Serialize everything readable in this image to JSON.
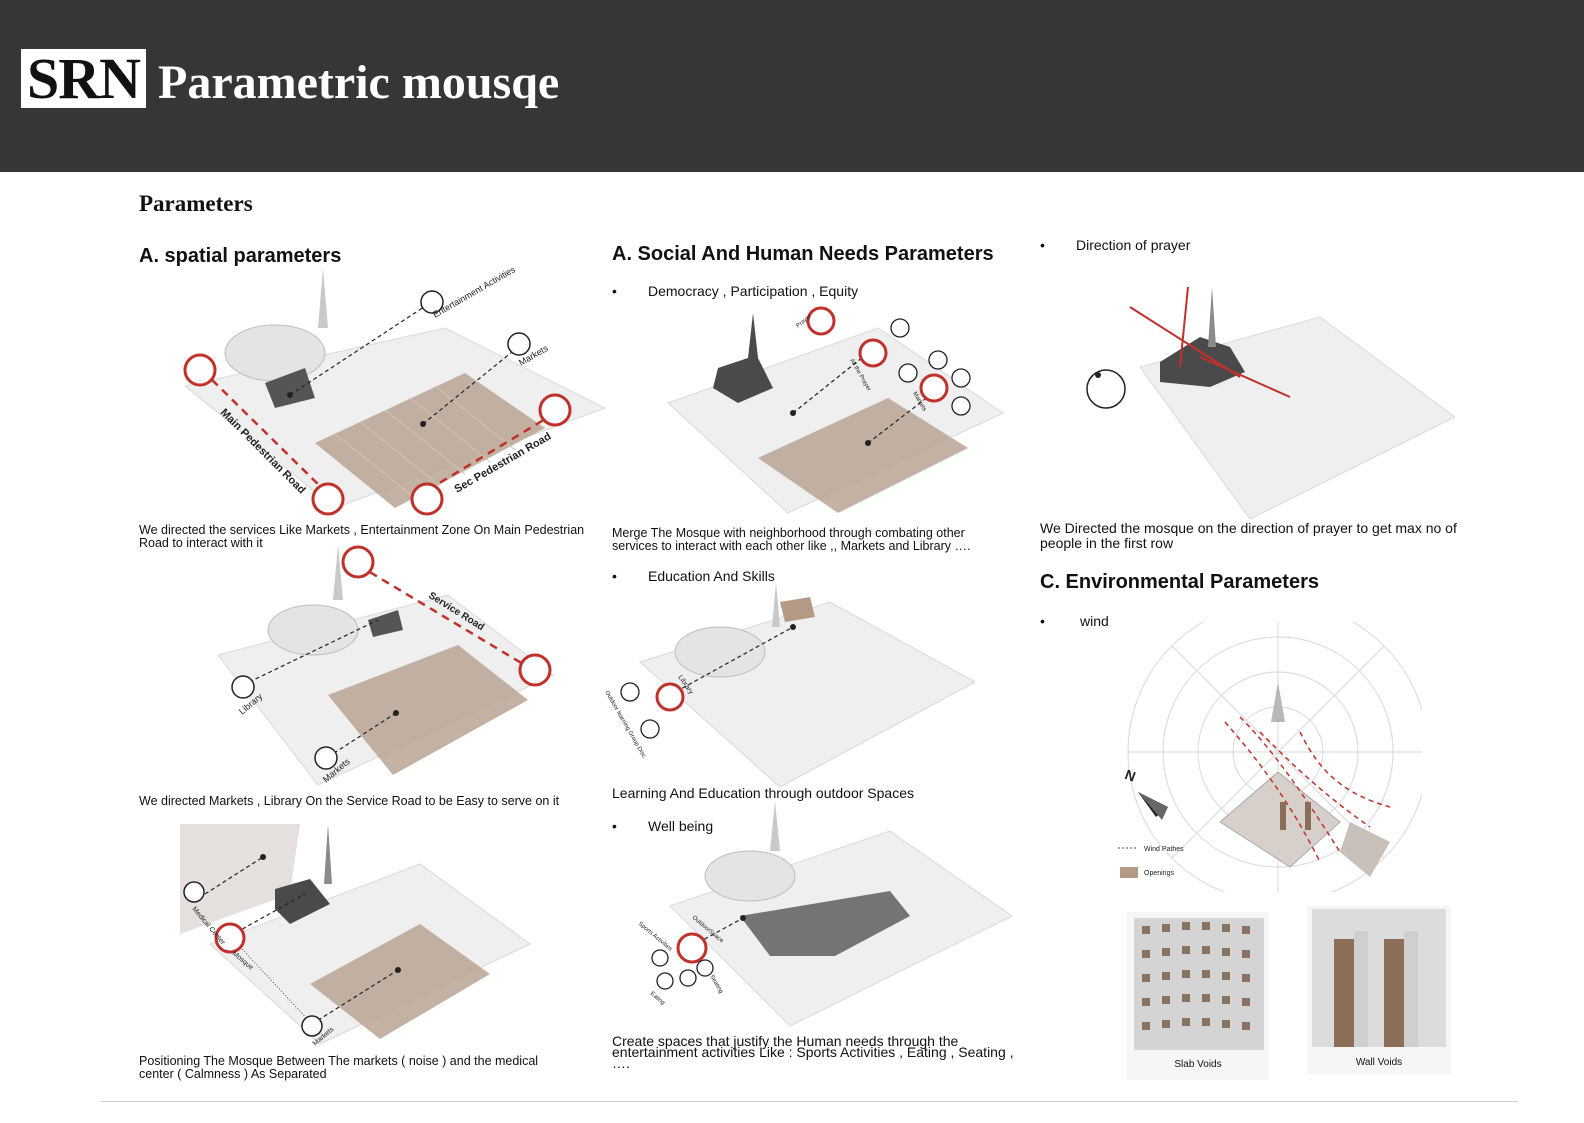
{
  "header": {
    "logo": "SRN",
    "title": "Parametric mousqe"
  },
  "section_title": "Parameters",
  "col1": {
    "heading": "A. spatial parameters",
    "diagram1": {
      "labels": {
        "entertainment": "Entertainment Activities",
        "markets": "Markets",
        "main_road": "Main Pedestrian Road",
        "sec_road": "Sec Pedestrian Road"
      },
      "caption": "We directed the services Like Markets , Entertainment Zone On Main Pedestrian Road to interact with it"
    },
    "diagram2": {
      "labels": {
        "service_road": "Service Road",
        "library": "Library",
        "markets": "Markets"
      },
      "caption": "We directed  Markets , Library On the Service  Road to be Easy to serve on it"
    },
    "diagram3": {
      "labels": {
        "medical": "Medical Center",
        "mosque": "Mosque",
        "markets": "Markets"
      },
      "caption": "Positioning The Mosque Between The markets ( noise ) and the medical center ( Calmness ) As Separated"
    }
  },
  "col2": {
    "heading": "A. Social And Human Needs Parameters",
    "bullet1": "Democracy , Participation , Equity",
    "diagram1": {
      "labels": {
        "prayer": "Prayer",
        "all_prayer": "All the Prayer",
        "markets": "Markets"
      },
      "caption": "Merge The Mosque with neighborhood through combating other services to interact with each other like ,, Markets and Library …."
    },
    "bullet2": "Education And Skills",
    "diagram2": {
      "labels": {
        "library": "Library",
        "outdoor": "Outdoor learning",
        "group": "Group Disc"
      },
      "caption": "Learning And Education through  outdoor Spaces"
    },
    "bullet3": "Well being",
    "diagram3": {
      "labels": {
        "outdoor_space": "OutdoorSpace",
        "sports": "Sports Activities",
        "eating": "Eating",
        "seating": "Seating"
      },
      "caption": "Create spaces that justify the Human needs through the entertainment activities  Like : Sports Activities , Eating , Seating , …."
    }
  },
  "col3": {
    "bullet1": "Direction of prayer",
    "caption1": "We Directed the mosque on the direction of prayer to get max no of people in the first row",
    "heading": "C. Environmental Parameters",
    "bullet2": "wind",
    "wind_diagram": {
      "north": "N",
      "legend": [
        {
          "label": "Wind Pathes"
        },
        {
          "label": "Openings"
        }
      ]
    },
    "thumbs": [
      {
        "label": "Slab Voids"
      },
      {
        "label": "Wall Voids"
      }
    ]
  },
  "bullet_symbol": "•",
  "colors": {
    "header_bg": "#363636",
    "accent_red": "#c0312b",
    "tan": "#b29a86"
  }
}
